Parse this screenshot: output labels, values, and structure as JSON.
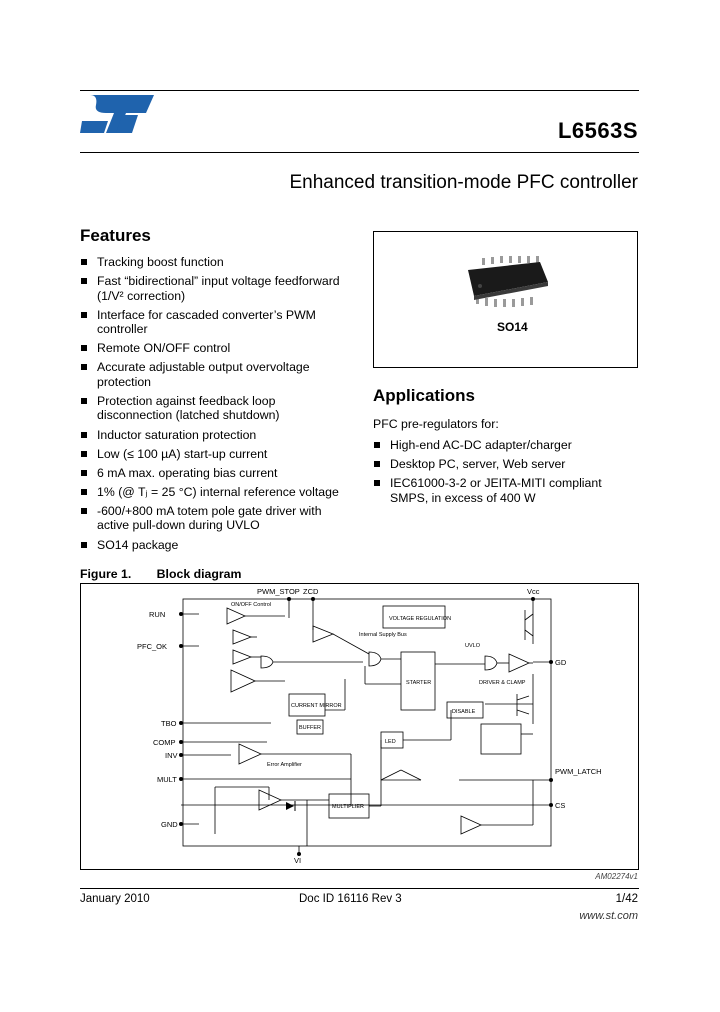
{
  "header": {
    "part_number": "L6563S",
    "subtitle": "Enhanced transition-mode PFC controller"
  },
  "features": {
    "heading": "Features",
    "items": [
      "Tracking boost function",
      "Fast “bidirectional” input voltage feedforward (1/V² correction)",
      "Interface for cascaded converter’s PWM controller",
      "Remote ON/OFF control",
      "Accurate adjustable output overvoltage protection",
      "Protection against feedback loop disconnection (latched shutdown)",
      "Inductor saturation protection",
      "Low (≤ 100 µA) start-up current",
      "6 mA max. operating bias current",
      "1% (@ Tⱼ = 25 °C) internal reference voltage",
      "-600/+800 mA totem pole gate driver with active pull-down during UVLO",
      "SO14 package"
    ]
  },
  "package": {
    "label": "SO14"
  },
  "applications": {
    "heading": "Applications",
    "intro": "PFC pre-regulators for:",
    "items": [
      "High-end AC-DC adapter/charger",
      "Desktop PC, server, Web server",
      "IEC61000-3-2 or JEITA-MITI compliant SMPS, in excess of 400 W"
    ]
  },
  "figure": {
    "number": "Figure 1.",
    "title": "Block diagram",
    "pins": {
      "run": "RUN",
      "pfc_ok": "PFC_OK",
      "tbo": "TBO",
      "comp": "COMP",
      "inv": "INV",
      "mult": "MULT",
      "gnd": "GND",
      "pwm_stop": "PWM_STOP",
      "zcd": "ZCD",
      "vcc": "Vcc",
      "gd": "GD",
      "pwm_latch": "PWM_LATCH",
      "cs": "CS",
      "vi": "VI"
    },
    "blocks": {
      "voltage_regulation": "VOLTAGE REGULATION",
      "starter": "STARTER",
      "disable": "DISABLE",
      "multiplier": "MULTIPLIER",
      "led": "LED",
      "uvlo": "UVLO",
      "driver": "DRIVER & CLAMP",
      "current_mirror": "CURRENT MIRROR",
      "buffer": "BUFFER",
      "error_amplifier": "Error Amplifier",
      "internal_supply": "Internal Supply Bus",
      "onoff_control": "ON/OFF Control"
    },
    "code": "AM02274v1"
  },
  "footer": {
    "date": "January 2010",
    "doc_id": "Doc ID 16116 Rev 3",
    "page": "1/42",
    "url": "www.st.com"
  }
}
